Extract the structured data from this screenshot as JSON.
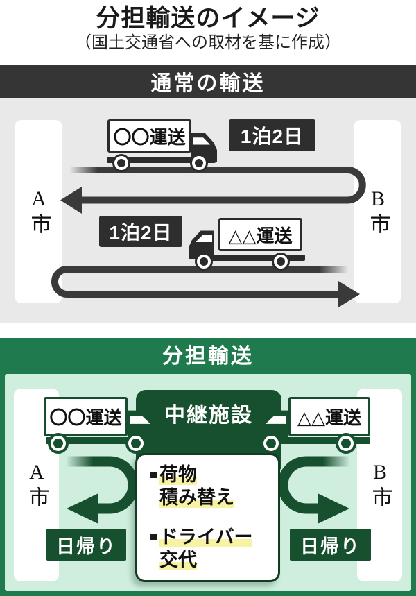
{
  "title": "分担輸送のイメージ",
  "subtitle": "（国土交通省への取材を基に作成）",
  "colors": {
    "section1_header_bg": "#353535",
    "section1_body_bg": "#e9e9e9",
    "dark_box_bg": "#2e2e2e",
    "road": "#3a3a3a",
    "section2_frame_green": "#1f7a4e",
    "section2_body_green": "#cfeede",
    "green_dark": "#17502f",
    "panel_border_green": "#123c22",
    "highlight_yellow": "#f8f3a3"
  },
  "normal_section": {
    "header": "通常の輸送",
    "city_left": "A市",
    "city_right": "B市",
    "top_truck": {
      "company": "〇〇運送",
      "duration": "1泊2日"
    },
    "bottom_truck": {
      "company": "△△運送",
      "duration": "1泊2日"
    }
  },
  "shared_section": {
    "header": "分担輸送",
    "city_left": "A市",
    "city_right": "B市",
    "facility": "中継施設",
    "left_truck": {
      "company": "〇〇運送"
    },
    "right_truck": {
      "company": "△△運送"
    },
    "notes": [
      {
        "line1": "荷物",
        "line2": "積み替え"
      },
      {
        "line1": "ドライバー",
        "line2": "交代"
      }
    ],
    "daytrip_left": "日帰り",
    "daytrip_right": "日帰り"
  }
}
